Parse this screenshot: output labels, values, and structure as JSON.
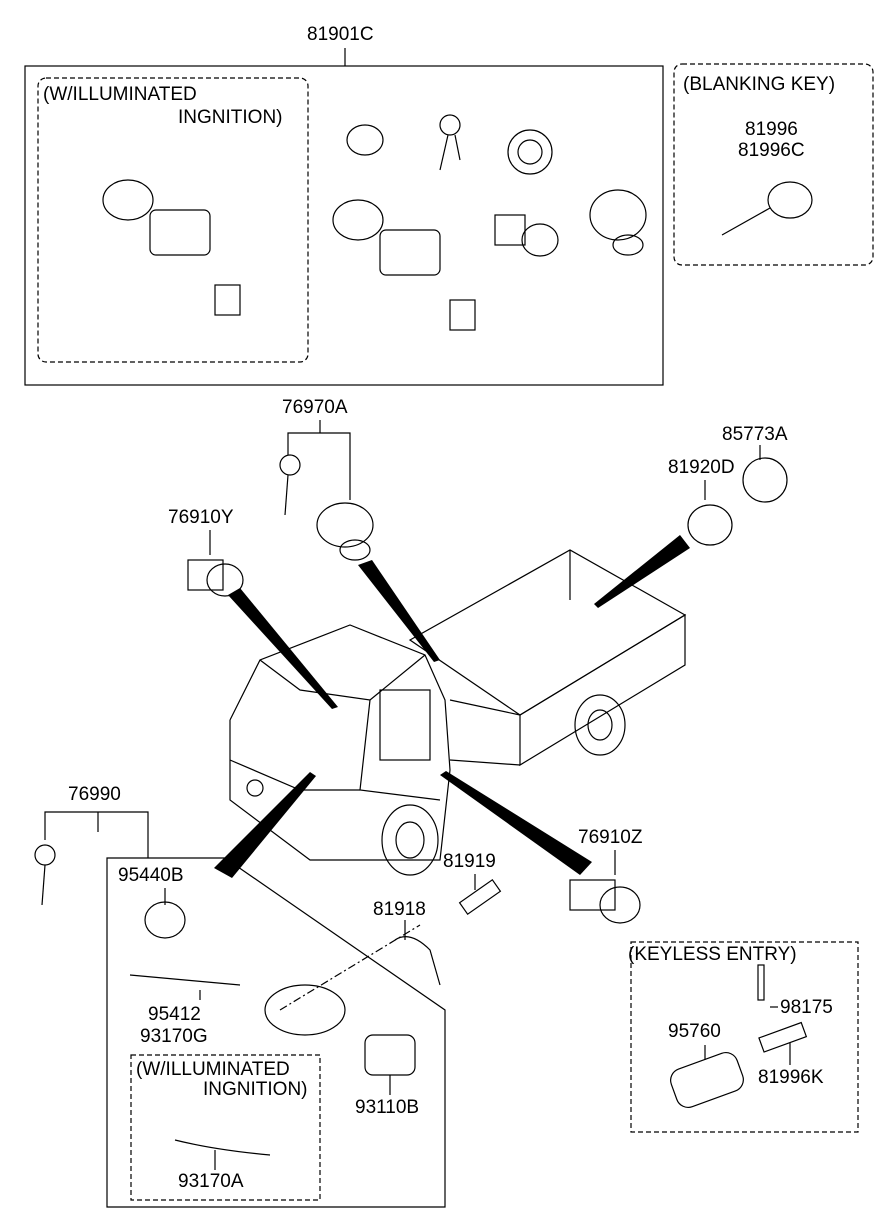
{
  "assembly_label": "81901C",
  "illuminated_note_top": {
    "line1": "(W/ILLUMINATED",
    "line2": "INGNITION)"
  },
  "blanking_key": {
    "title": "(BLANKING KEY)",
    "part1": "81996",
    "part2": "81996C"
  },
  "parts": {
    "p76970A": "76970A",
    "p85773A": "85773A",
    "p81920D": "81920D",
    "p76910Y": "76910Y",
    "p76990": "76990",
    "p76910Z": "76910Z",
    "p81919": "81919",
    "p81918": "81918",
    "p95440B": "95440B",
    "p95412": "95412",
    "p93170G": "93170G",
    "p93110B": "93110B",
    "p93170A": "93170A"
  },
  "illuminated_note_bottom": {
    "line1": "(W/ILLUMINATED",
    "line2": "INGNITION)"
  },
  "keyless_entry": {
    "title": "(KEYLESS ENTRY)",
    "p98175": "98175",
    "p95760": "95760",
    "p81996K": "81996K"
  }
}
